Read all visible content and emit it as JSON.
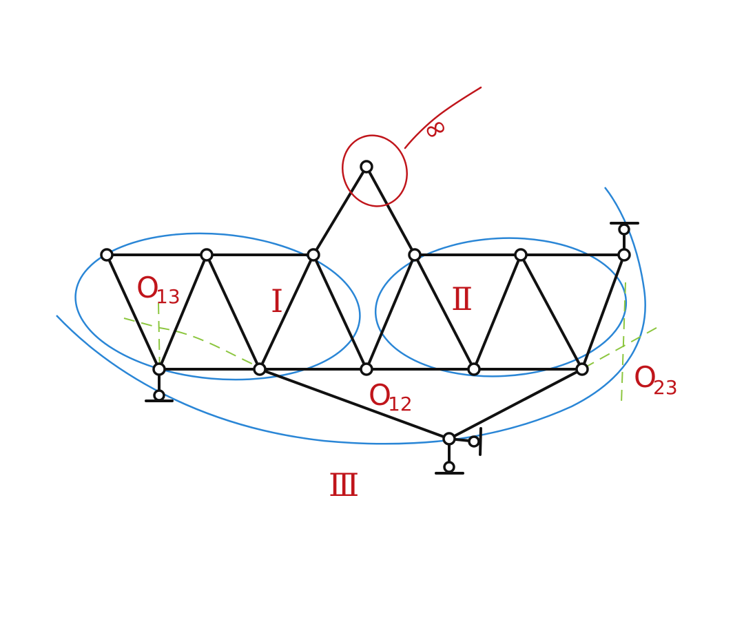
{
  "diagram": {
    "labels": {
      "o13_main": "O",
      "o13_sub": "13",
      "o12_main": "O",
      "o12_sub": "12",
      "o23_main": "O",
      "o23_sub": "23",
      "region_1": "Ⅰ",
      "region_2": "Ⅱ",
      "region_3": "Ⅲ",
      "infinity_mark": "∞"
    },
    "colors": {
      "members": "#111111",
      "regions": "#2a86d6",
      "construction_lines": "#8cc63f",
      "annotations": "#c0151b"
    }
  }
}
